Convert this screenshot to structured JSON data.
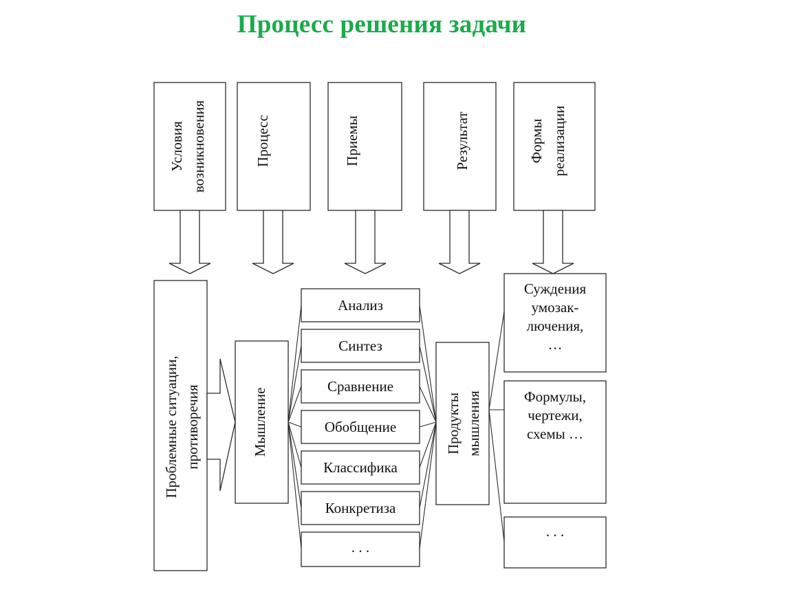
{
  "title": "Процесс решения задачи",
  "columns": [
    {
      "lines": [
        "Условия",
        "возникновения"
      ]
    },
    {
      "lines": [
        "Процесс"
      ]
    },
    {
      "lines": [
        "Приемы"
      ]
    },
    {
      "lines": [
        "Результат"
      ]
    },
    {
      "lines": [
        "Формы",
        "реализации"
      ]
    }
  ],
  "problem_box": {
    "lines": [
      "Проблемные ситуации,",
      "противоречия"
    ]
  },
  "thinking_box": {
    "lines": [
      "Мышление"
    ]
  },
  "techniques": [
    "Анализ",
    "Синтез",
    "Сравнение",
    "Обобщение",
    "Классифика",
    "Конкретиза",
    ". . ."
  ],
  "products_box": {
    "lines": [
      "Продукты",
      "мышления"
    ]
  },
  "forms": [
    {
      "lines": [
        "Суждения",
        "умозак-",
        "лючения,",
        "…"
      ]
    },
    {
      "lines": [
        "Формулы,",
        "чертежи,",
        "схемы …"
      ]
    },
    {
      "lines": [
        ". . ."
      ]
    }
  ]
}
